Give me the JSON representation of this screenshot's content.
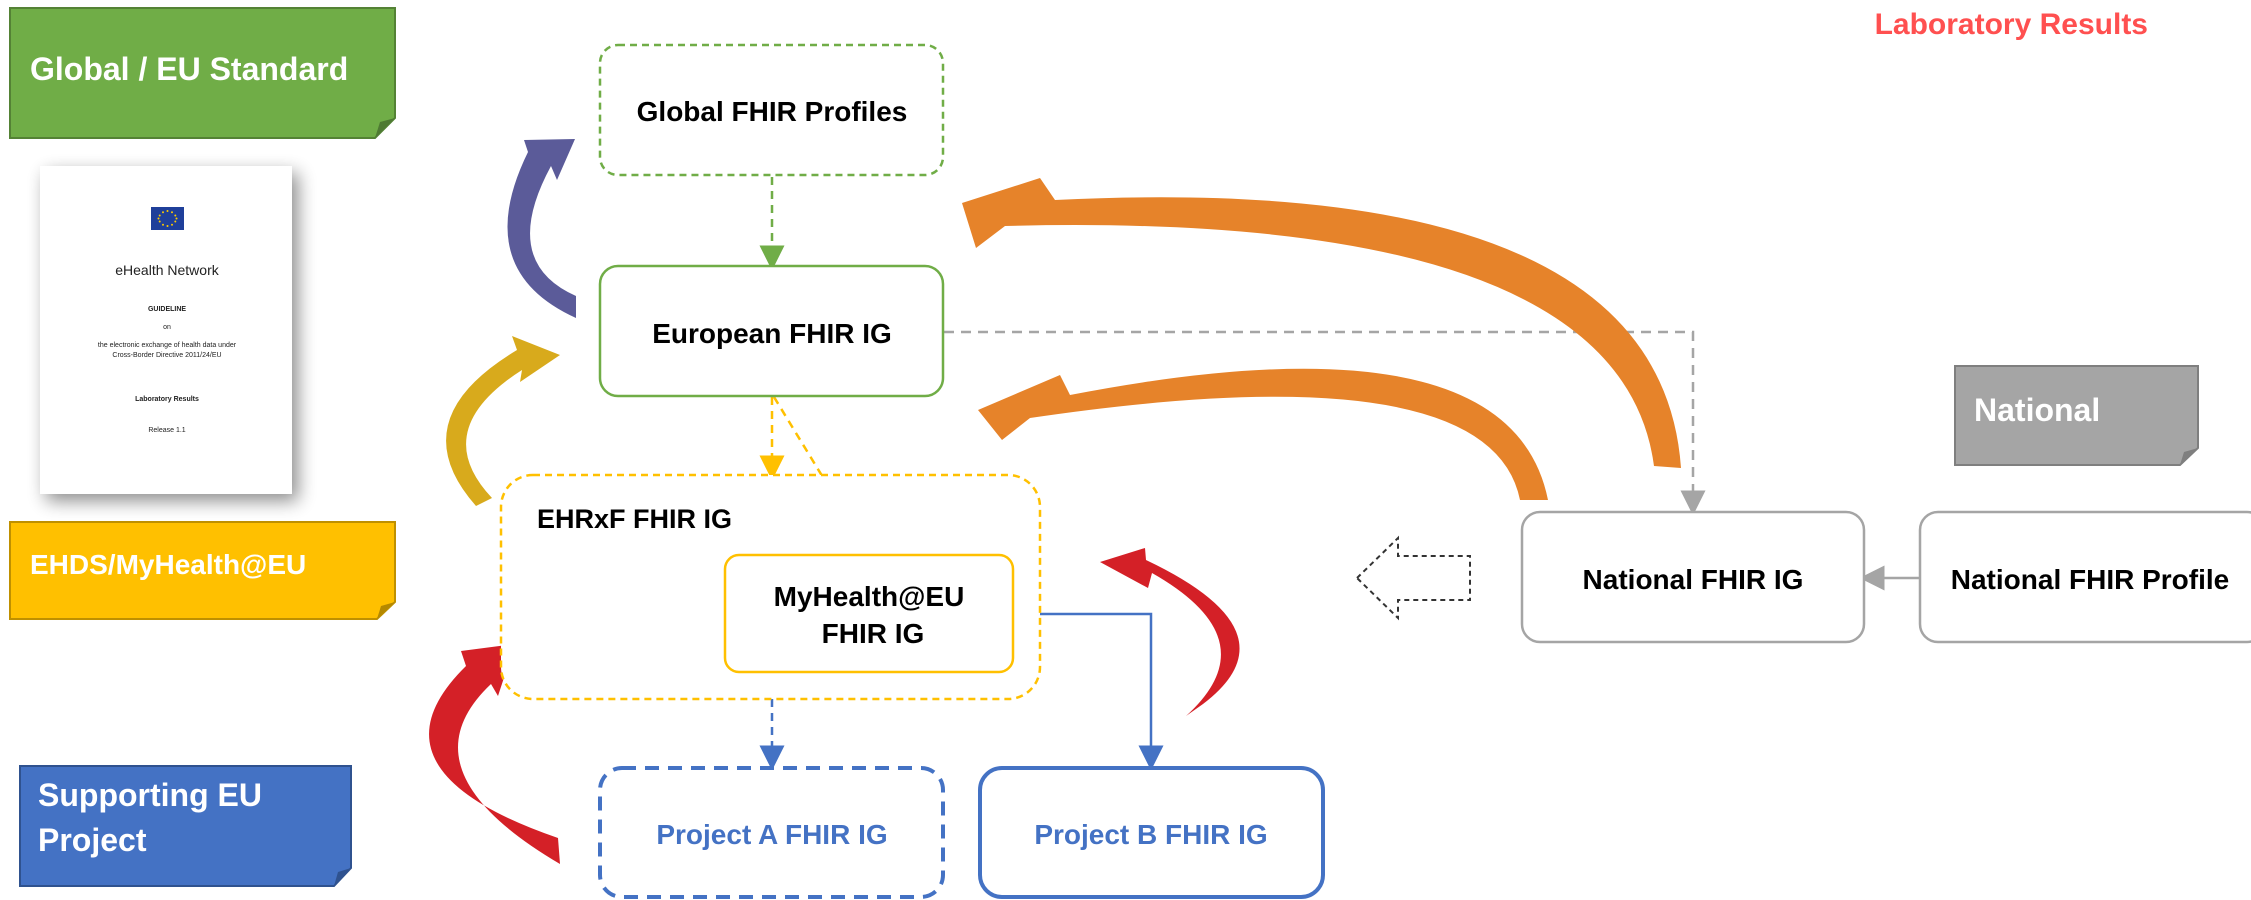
{
  "header": {
    "title": "Laboratory Results"
  },
  "legend": {
    "global": "Global / EU Standard",
    "ehds": "EHDS/MyHealth@EU",
    "project_line1": "Supporting EU",
    "project_line2": "Project",
    "national": "National"
  },
  "document": {
    "network": "eHealth Network",
    "guideline": "GUIDELINE",
    "on": "on",
    "line1": "the electronic exchange of health data under",
    "line2": "Cross-Border Directive 2011/24/EU",
    "subject": "Laboratory Results",
    "release": "Release 1.1"
  },
  "nodes": {
    "global_profiles": "Global FHIR Profiles",
    "european_ig": "European FHIR IG",
    "ehrxf_ig": "EHRxF FHIR IG",
    "myhealth_line1": "MyHealth@EU",
    "myhealth_line2": "FHIR IG",
    "project_a": "Project A FHIR IG",
    "project_b": "Project B FHIR IG",
    "national_ig": "National FHIR IG",
    "national_profile": "National FHIR Profile"
  },
  "colors": {
    "global_green": "#70ad47",
    "ehds_yellow": "#ffc000",
    "project_blue": "#4472c4",
    "national_gray": "#a5a5a5",
    "title_red": "#ff5050",
    "orange_arrow": "#e6832a",
    "purple_arrow": "#5b5b99",
    "red_arrow": "#d42027"
  }
}
